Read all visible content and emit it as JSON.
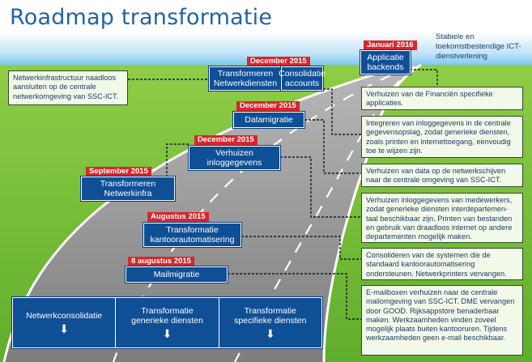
{
  "title": "Roadmap transformatie",
  "top_note": "Stabiele en toekomstbestendige ICT-dienstverlening",
  "left_note": "Netwerkinfrastructuur naadloos aansluiten op de centrale netwerkomgeving van SSC-ICT.",
  "milestones": [
    {
      "date": "Januari 2016",
      "label": "Applicatie backends"
    },
    {
      "date": "December 2015",
      "label": "Transformeren Netwerkdiensten"
    },
    {
      "date": "",
      "label": "Consolidatie accounts"
    },
    {
      "date": "December 2015",
      "label": "Datamigratie"
    },
    {
      "date": "December 2015",
      "label": "Verhuizen inloggegevens"
    },
    {
      "date": "September 2015",
      "label": "Transformeren Netwerkinfra"
    },
    {
      "date": "Augustus 2015",
      "label": "Transformatie kantoorautomatisering"
    },
    {
      "date": "8 augustus 2015",
      "label": "Mailmigratie"
    }
  ],
  "callouts": [
    "Verhuizen van de Financiën specifieke applicaties.",
    "Integreren van inloggegevens in de centrale gegevensopslag, zodat generieke diensten, zoals printen en internettoegang, eenvoudig toe te wijzen zijn.",
    "Verhuizen van data op de netwerkschijven naar de centrale omgeving van SSC-ICT.",
    "Verhuizen inloggegevens van medewerkers, zodat generieke diensten interdepartemen-taal beschikbaar zijn. Printen van bestanden en gebruik van draadloos internet op andere departementen mogelijk maken.",
    "Consolideren van de systemen die de standaard kantoorautomatisering ondersteunen. Netwerkprinters vervangen.",
    "E-mailboxen verhuizen naar de centrale mailomgeving van SSC-ICT. DME vervangen door GOOD. Rijksappstore benaderbaar maken. Werkzaamheden vinden zoveel mogelijk plaats buiten kantooruren. Tijdens werkzaamheden geen e-mail beschikbaar."
  ],
  "bottom": [
    {
      "label": "Netwerkconsolidatie",
      "arrow": "⬇"
    },
    {
      "label": "Transformatie generieke diensten",
      "arrow": "⬇"
    },
    {
      "label": "Transformatie specifieke diensten",
      "arrow": "⬇"
    }
  ],
  "colors": {
    "box": "#0f4f96",
    "badge": "#d7262c",
    "grass": "#7ec13d",
    "sky": "#6ec2ef",
    "road": "#8f8f8f",
    "callout_bg": "#f1fae8"
  }
}
